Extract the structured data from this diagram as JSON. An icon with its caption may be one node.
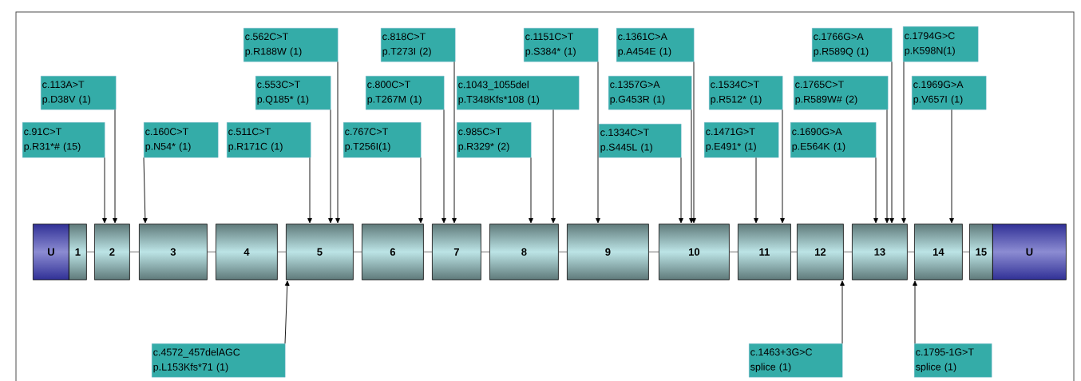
{
  "diagram": {
    "nodes": [
      {
        "text": [
          "c.91C>T",
          "p.R31*# (15)"
        ]
      },
      {
        "text": [
          "c.113A>T",
          "p.D38V (1)"
        ]
      },
      {
        "text": [
          "c.160C>T",
          "p.N54* (1)"
        ]
      },
      {
        "text": [
          "c.511C>T",
          "p.R171C (1)"
        ]
      },
      {
        "text": [
          "c.553C>T",
          "p.Q185* (1)"
        ]
      },
      {
        "text": [
          "c.562C>T",
          "p.R188W (1)"
        ]
      },
      {
        "text": [
          "c.767C>T",
          "p.T256I(1)"
        ]
      },
      {
        "text": [
          "c.800C>T",
          "p.T267M (1)"
        ]
      },
      {
        "text": [
          "c.818C>T",
          "p.T273I (2)"
        ]
      },
      {
        "text": [
          "c.985C>T",
          "p.R329* (2)"
        ]
      },
      {
        "text": [
          "c.1043_1055del",
          "p.T348Kfs*108 (1)"
        ]
      },
      {
        "text": [
          "c.1151C>T",
          "p.S384* (1)"
        ]
      },
      {
        "text": [
          "c.1334C>T",
          "p.S445L (1)"
        ]
      },
      {
        "text": [
          "c.1357G>A",
          "p.G453R (1)"
        ]
      },
      {
        "text": [
          "c.1361C>A",
          "p.A454E (1)"
        ]
      },
      {
        "text": [
          "c.1471G>T",
          "p.E491* (1)"
        ]
      },
      {
        "text": [
          "c.1534C>T",
          "p.R512* (1)"
        ]
      },
      {
        "text": [
          "c.1690G>A",
          "p.E564K (1)"
        ]
      },
      {
        "text": [
          "c.1765C>T",
          "p.R589W# (2)"
        ]
      },
      {
        "text": [
          "c.1766G>A",
          "p.R589Q (1)"
        ]
      },
      {
        "text": [
          "c.1794G>C",
          "p.K598N(1)"
        ]
      },
      {
        "text": [
          "c.1969G>A",
          "p.V657I (1)"
        ]
      },
      {
        "text": [
          "U"
        ]
      },
      {
        "text": [
          "1"
        ]
      },
      {
        "text": [
          "2"
        ]
      },
      {
        "text": [
          "3"
        ]
      },
      {
        "text": [
          "4"
        ]
      },
      {
        "text": [
          "5"
        ]
      },
      {
        "text": [
          "6"
        ]
      },
      {
        "text": [
          "7"
        ]
      },
      {
        "text": [
          "8"
        ]
      },
      {
        "text": [
          "9"
        ]
      },
      {
        "text": [
          "10"
        ]
      },
      {
        "text": [
          "11"
        ]
      },
      {
        "text": [
          "12"
        ]
      },
      {
        "text": [
          "13"
        ]
      },
      {
        "text": [
          "14"
        ]
      },
      {
        "text": [
          "15"
        ]
      },
      {
        "text": [
          "U"
        ]
      },
      {
        "text": [
          "c.4572_457delAGC",
          "p.L153Kfs*71 (1)"
        ]
      },
      {
        "text": [
          "c.1463+3G>C",
          "splice (1)"
        ]
      },
      {
        "text": [
          "c.1795-1G>T",
          "splice (1)"
        ]
      }
    ],
    "edges": [
      {
        "from": 23,
        "to": 24,
        "arrow": "none"
      },
      {
        "from": 24,
        "to": 25,
        "arrow": "none"
      },
      {
        "from": 25,
        "to": 26,
        "arrow": "none"
      },
      {
        "from": 26,
        "to": 27,
        "arrow": "none"
      },
      {
        "from": 27,
        "to": 28,
        "arrow": "none"
      },
      {
        "from": 28,
        "to": 29,
        "arrow": "none"
      },
      {
        "from": 29,
        "to": 30,
        "arrow": "none"
      },
      {
        "from": 30,
        "to": 31,
        "arrow": "none"
      },
      {
        "from": 31,
        "to": 32,
        "arrow": "none"
      },
      {
        "from": 32,
        "to": 33,
        "arrow": "none"
      },
      {
        "from": 33,
        "to": 34,
        "arrow": "none"
      },
      {
        "from": 34,
        "to": 35,
        "arrow": "none"
      },
      {
        "from": 35,
        "to": 36,
        "arrow": "none"
      },
      {
        "from": 36,
        "to": 37,
        "arrow": "none"
      },
      {
        "from": 0,
        "to": 24,
        "arrow": "to"
      },
      {
        "from": 1,
        "to": 24,
        "arrow": "to"
      },
      {
        "from": 2,
        "to": 25,
        "arrow": "to"
      },
      {
        "from": 3,
        "to": 27,
        "arrow": "to"
      },
      {
        "from": 4,
        "to": 27,
        "arrow": "to"
      },
      {
        "from": 5,
        "to": 27,
        "arrow": "to"
      },
      {
        "from": 6,
        "to": 28,
        "arrow": "to"
      },
      {
        "from": 7,
        "to": 29,
        "arrow": "to"
      },
      {
        "from": 8,
        "to": 29,
        "arrow": "to"
      },
      {
        "from": 9,
        "to": 30,
        "arrow": "to"
      },
      {
        "from": 10,
        "to": 30,
        "arrow": "to"
      },
      {
        "from": 11,
        "to": 31,
        "arrow": "to"
      },
      {
        "from": 12,
        "to": 32,
        "arrow": "to"
      },
      {
        "from": 13,
        "to": 32,
        "arrow": "to"
      },
      {
        "from": 14,
        "to": 32,
        "arrow": "to"
      },
      {
        "from": 15,
        "to": 33,
        "arrow": "to"
      },
      {
        "from": 16,
        "to": 33,
        "arrow": "to"
      },
      {
        "from": 17,
        "to": 35,
        "arrow": "to"
      },
      {
        "from": 18,
        "to": 35,
        "arrow": "to"
      },
      {
        "from": 19,
        "to": 35,
        "arrow": "to"
      },
      {
        "from": 20,
        "to": 35,
        "arrow": "to"
      },
      {
        "from": 21,
        "to": 36,
        "arrow": "to"
      },
      {
        "from": 39,
        "to": 27,
        "arrow": "to"
      },
      {
        "from": 40,
        "to": 34,
        "arrow": "to"
      },
      {
        "from": 41,
        "to": 36,
        "arrow": "to"
      }
    ]
  }
}
